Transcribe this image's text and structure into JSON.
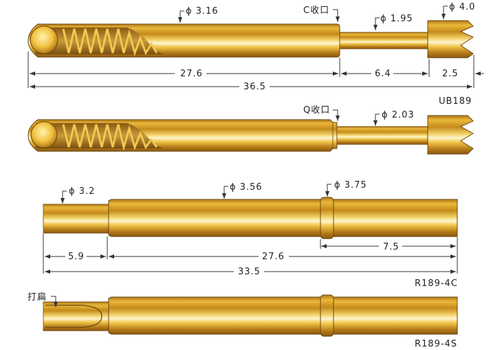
{
  "diagram": {
    "type": "technical-drawing",
    "subject": "spring test probes (pogo pins) and receptacles",
    "colors": {
      "gold_dark": "#8a5a12",
      "gold_mid": "#d9a21e",
      "gold_light": "#fbe58a",
      "highlight": "#fff7d6",
      "line": "#333333"
    }
  },
  "probes": [
    {
      "model": "UB189",
      "labels": {
        "barrel_dia": "ϕ 3.16",
        "crimp": "C收口",
        "plunger_dia": "ϕ 1.95",
        "tip_dia": "ϕ 4.0"
      },
      "dims": {
        "barrel_len": "27.6",
        "plunger_len": "6.4",
        "tip_len": "2.5",
        "total_len": "36.5"
      }
    },
    {
      "model": "",
      "labels": {
        "crimp": "Q收口",
        "plunger_dia": "ϕ 2.03"
      }
    }
  ],
  "receptacles": [
    {
      "model": "R189-4C",
      "labels": {
        "tail_dia": "ϕ 3.2",
        "body_dia": "ϕ 3.56",
        "ring_dia": "ϕ 3.75"
      },
      "dims": {
        "tail_len": "5.9",
        "body_len": "27.6",
        "ring_to_end": "7.5",
        "total_len": "33.5"
      }
    },
    {
      "model": "R189-4S",
      "labels": {
        "flat": "打扁"
      }
    }
  ]
}
